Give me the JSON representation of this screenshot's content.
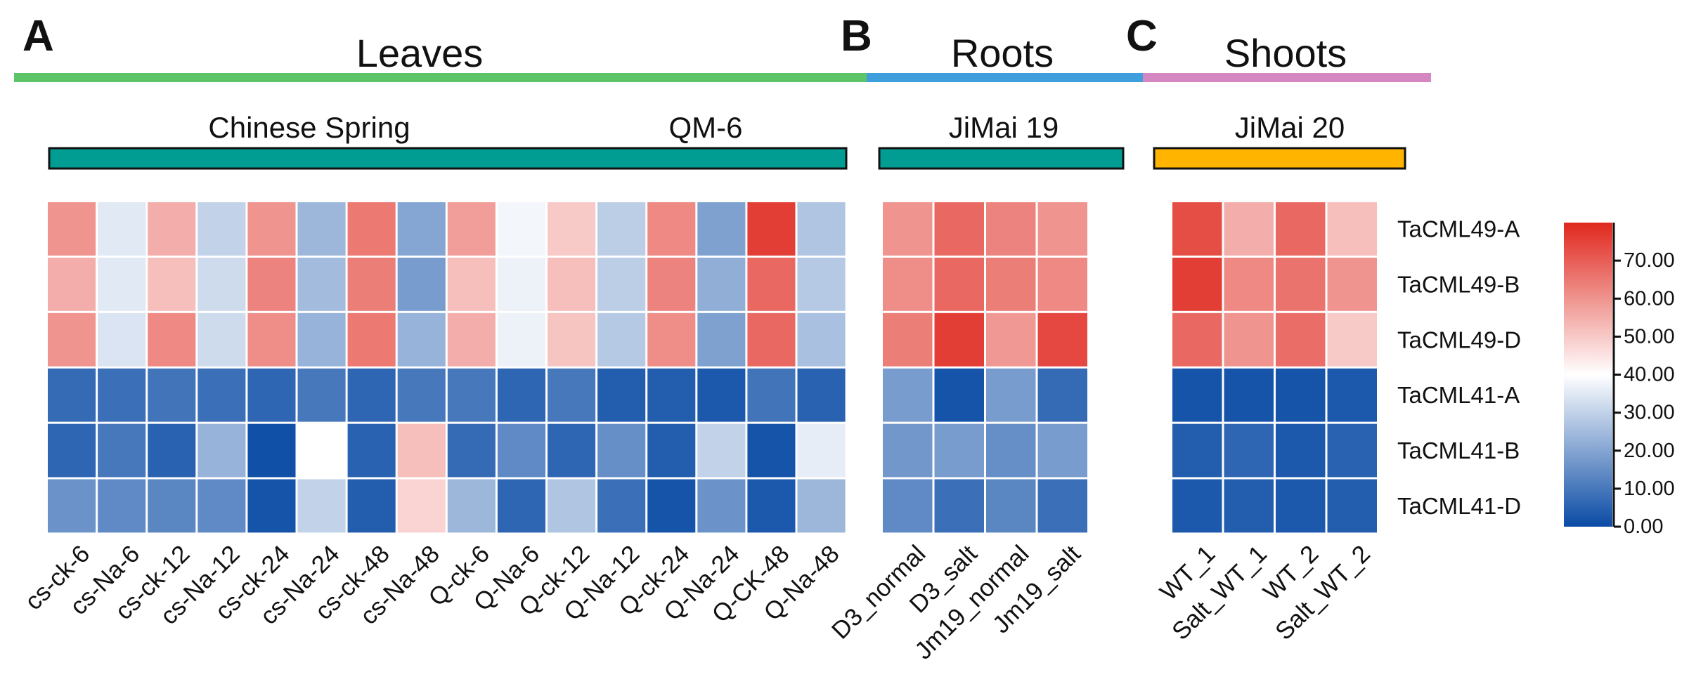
{
  "chart_data": {
    "type": "heatmap",
    "colors": {
      "low": "#0a4ba5",
      "mid": "#ffffff",
      "high": "#e0281e",
      "leaves_bar": "#5dc468",
      "roots_bar": "#3e9fdc",
      "shoots_bar": "#d487c0",
      "teal_box": "#019d93",
      "gold_box": "#ffb400"
    },
    "colorbar": {
      "min": 0,
      "max": 80,
      "mid": 40,
      "ticks": [
        "0.00",
        "10.00",
        "20.00",
        "30.00",
        "40.00",
        "50.00",
        "60.00",
        "70.00"
      ]
    },
    "rows": [
      "TaCML49-A",
      "TaCML49-B",
      "TaCML49-D",
      "TaCML41-A",
      "TaCML41-B",
      "TaCML41-D"
    ],
    "panels": [
      {
        "letter": "A",
        "tissue": "Leaves",
        "groups": [
          "Chinese Spring",
          "QM-6"
        ],
        "columns": [
          "cs-ck-6",
          "cs-Na-6",
          "cs-ck-12",
          "cs-Na-12",
          "cs-ck-24",
          "cs-Na-24",
          "cs-ck-48",
          "cs-Na-48",
          "Q-ck-6",
          "Q-Na-6",
          "Q-ck-12",
          "Q-Na-12",
          "Q-ck-24",
          "Q-Na-24",
          "Q-CK-48",
          "Q-Na-48"
        ],
        "values": [
          [
            60,
            35,
            55,
            30,
            60,
            24,
            65,
            20,
            58,
            38,
            50,
            29,
            62,
            19,
            76,
            27
          ],
          [
            55,
            35,
            52,
            32,
            63,
            25,
            64,
            18,
            52,
            37,
            52,
            29,
            63,
            22,
            68,
            28
          ],
          [
            60,
            34,
            62,
            32,
            61,
            23,
            65,
            23,
            55,
            37,
            51,
            28,
            61,
            19,
            68,
            26
          ],
          [
            7,
            8,
            9,
            8,
            6,
            10,
            6,
            10,
            10,
            6,
            10,
            4,
            4,
            3,
            9,
            5
          ],
          [
            6,
            10,
            5,
            23,
            1,
            40,
            5,
            52,
            7,
            14,
            6,
            15,
            4,
            30,
            2,
            36
          ],
          [
            16,
            14,
            13,
            14,
            2,
            30,
            4,
            48,
            24,
            6,
            27,
            8,
            2,
            16,
            3,
            24
          ]
        ]
      },
      {
        "letter": "B",
        "tissue": "Roots",
        "groups": [
          "JiMai 19"
        ],
        "columns": [
          "D3_normal",
          "D3_salt",
          "Jm19_normal",
          "Jm19_salt"
        ],
        "values": [
          [
            60,
            68,
            63,
            60
          ],
          [
            61,
            68,
            64,
            62
          ],
          [
            64,
            76,
            59,
            74
          ],
          [
            18,
            2,
            18,
            7
          ],
          [
            17,
            18,
            15,
            18
          ],
          [
            14,
            8,
            13,
            8
          ]
        ]
      },
      {
        "letter": "C",
        "tissue": "Shoots",
        "groups": [
          "JiMai 20"
        ],
        "columns": [
          "WT_1",
          "Salt_WT_1",
          "WT_2",
          "Salt_WT_2"
        ],
        "values": [
          [
            73,
            55,
            68,
            52
          ],
          [
            76,
            62,
            66,
            60
          ],
          [
            68,
            60,
            67,
            50
          ],
          [
            2,
            2,
            2,
            3
          ],
          [
            4,
            6,
            3,
            5
          ],
          [
            3,
            4,
            3,
            4
          ]
        ]
      }
    ]
  }
}
